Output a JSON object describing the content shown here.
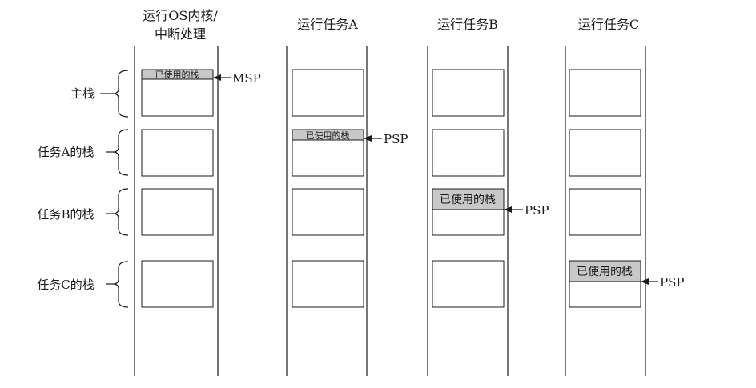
{
  "columns": [
    {
      "title_line1": "运行OS内核/",
      "title_line2": "中断处理"
    },
    {
      "title_line1": "运行任务A",
      "title_line2": ""
    },
    {
      "title_line1": "运行任务B",
      "title_line2": ""
    },
    {
      "title_line1": "运行任务C",
      "title_line2": ""
    }
  ],
  "rows": [
    {
      "label": "主栈"
    },
    {
      "label": "任务A的栈"
    },
    {
      "label": "任务B的栈"
    },
    {
      "label": "任务C的栈"
    }
  ],
  "used_stack_label": "已使用的栈",
  "pointers": [
    {
      "column": 0,
      "row": 0,
      "text": "MSP"
    },
    {
      "column": 1,
      "row": 1,
      "text": "PSP"
    },
    {
      "column": 2,
      "row": 2,
      "text": "PSP"
    },
    {
      "column": 3,
      "row": 3,
      "text": "PSP"
    }
  ],
  "colors": {
    "used_fill": "#c8c8c8",
    "line": "#1a1a1a"
  }
}
